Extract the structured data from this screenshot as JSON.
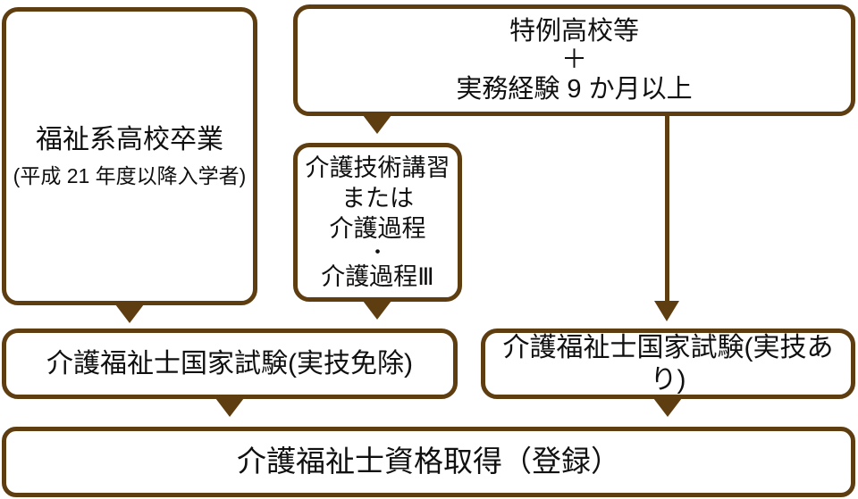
{
  "colors": {
    "line": "#5e3e10",
    "text": "#101010",
    "background": "#ffffff"
  },
  "nodes": {
    "fukushi_hs": {
      "lines": [
        "福祉系高校卒業",
        "(平成 21 年度以降入学者)"
      ]
    },
    "tokurei": {
      "lines": [
        "特例高校等",
        "＋",
        "実務経験 9 か月以上"
      ]
    },
    "koshu": {
      "lines": [
        "介護技術講習",
        "または",
        "介護過程",
        "・",
        "介護過程Ⅲ"
      ]
    },
    "exam_menjo": {
      "label": "介護福祉士国家試験(実技免除)"
    },
    "exam_ari": {
      "label": "介護福祉士国家試験(実技あり)"
    },
    "shikaku": {
      "label": "介護福祉士資格取得（登録）"
    }
  }
}
